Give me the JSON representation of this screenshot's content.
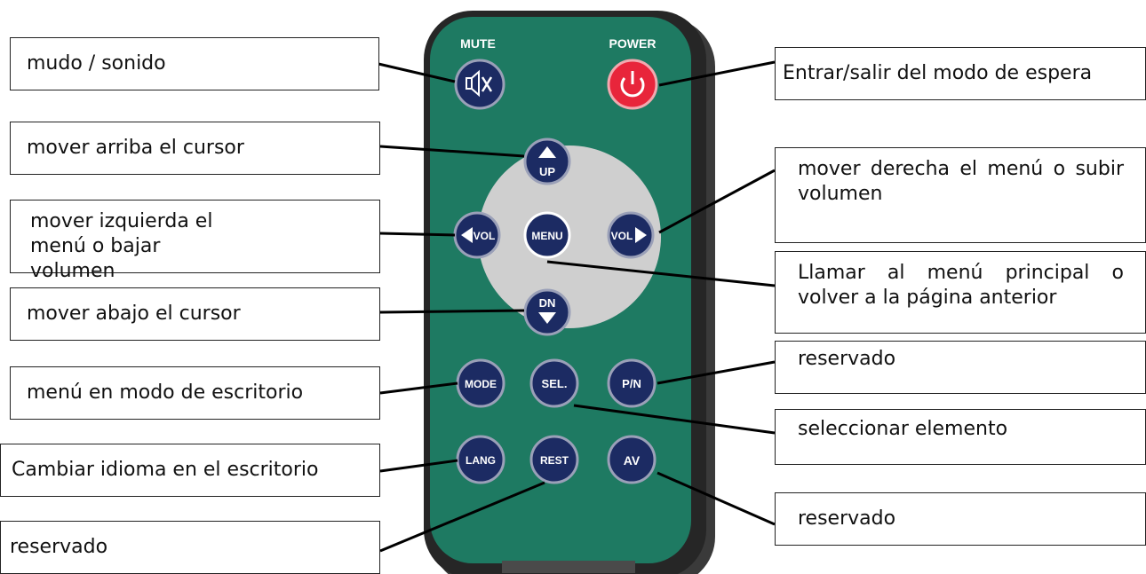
{
  "remote": {
    "labels": {
      "mute": "MUTE",
      "power": "POWER",
      "up": "UP",
      "dn": "DN",
      "vol": "VOL",
      "menu": "MENU",
      "mode": "MODE",
      "sel": "SEL.",
      "pn": "P/N",
      "lang": "LANG",
      "rest": "REST",
      "av": "AV"
    },
    "colors": {
      "body_green": "#1e7a62",
      "case_dark": "#3a3a3a",
      "button_navy": "#1c2b63",
      "power_red": "#e8253b",
      "dpad_gray": "#cfcfcf"
    }
  },
  "callouts": {
    "mute": "mudo / sonido",
    "power": "Entrar/salir del modo de espera",
    "up": "mover arriba el cursor",
    "vol_right": "mover derecha el menú o subir volumen",
    "vol_left": "mover izquierda el menú o bajar volumen",
    "menu": "Llamar al menú principal o volver a la página anterior",
    "dn": "mover abajo el cursor",
    "mode": "menú en modo de escritorio",
    "pn": "reservado",
    "sel": "seleccionar elemento",
    "lang": "Cambiar idioma en el escritorio",
    "av": "reservado",
    "rest": "reservado"
  }
}
